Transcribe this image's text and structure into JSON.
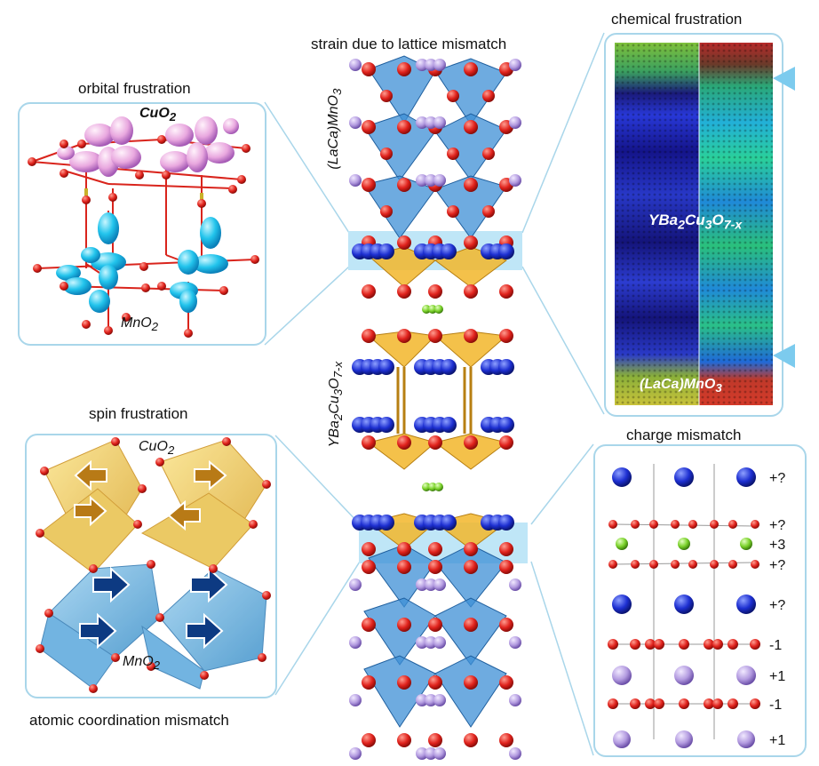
{
  "headings": {
    "strain": "strain due to lattice mismatch",
    "orbital": "orbital frustration",
    "chemical": "chemical  frustration",
    "spin": "spin frustration",
    "charge": "charge mismatch",
    "coordination": "atomic coordination mismatch"
  },
  "orbital_panel": {
    "top_layer": "CuO",
    "top_sub": "2",
    "bottom_layer": "MnO",
    "bottom_sub": "2"
  },
  "spin_panel": {
    "top_layer": "CuO",
    "top_sub": "2",
    "bottom_layer": "MnO",
    "bottom_sub": "2"
  },
  "column": {
    "manganite": {
      "base": "(LaCa)MnO",
      "sub": "3"
    },
    "cuprate": {
      "base": "YBa",
      "sub1": "2",
      "mid1": "Cu",
      "sub2": "3",
      "mid2": "O",
      "sub3": "7-x"
    }
  },
  "chemical_map": {
    "center": {
      "base": "YBa",
      "sub1": "2",
      "mid1": "Cu",
      "sub2": "3",
      "mid2": "O",
      "sub3": "7-x"
    },
    "bottom": {
      "base": "(LaCa)MnO",
      "sub": "3"
    }
  },
  "charge_panel": {
    "valences": [
      "+?",
      "+?",
      "+3",
      "+?",
      "+?",
      "-1",
      "+1",
      "-1",
      "+1"
    ]
  },
  "colors": {
    "panel_border": "#a9d6ea",
    "interface_band": "#bfe6f7",
    "octahedron": "#3e8fd6",
    "pyramid": "#f2b62a",
    "oxygen": "#e0221c",
    "barium": "#1d2fd1",
    "la_ca": "#b39be0",
    "yttrium": "#7ad12a",
    "marker": "#7ccbee"
  }
}
